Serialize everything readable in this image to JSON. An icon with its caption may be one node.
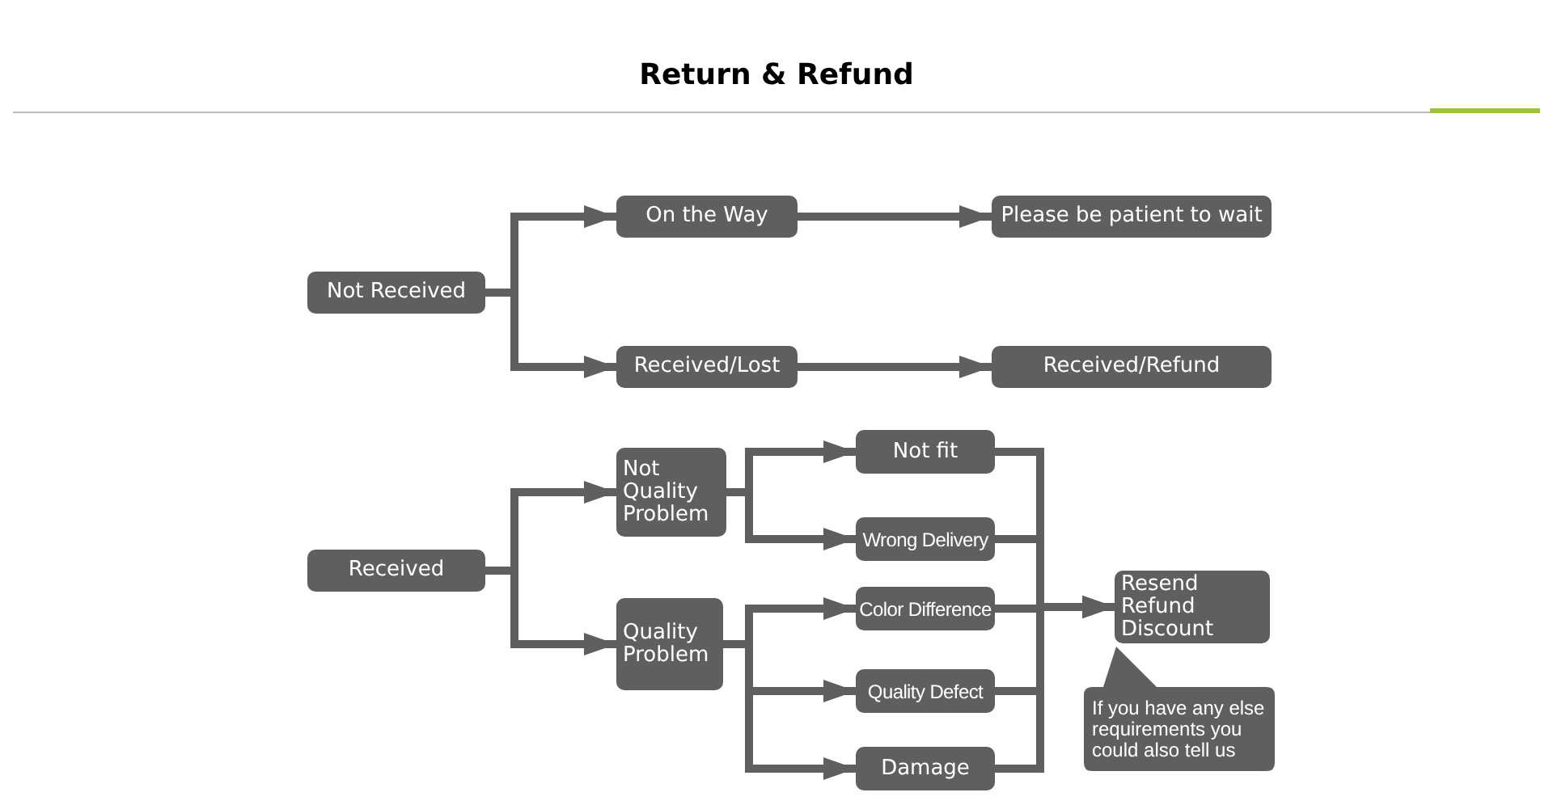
{
  "diagram": {
    "title": "Return & Refund",
    "nodes": [
      {
        "text": [
          "Not Received"
        ]
      },
      {
        "text": [
          "On the Way"
        ]
      },
      {
        "text": [
          "Please be patient to wait"
        ]
      },
      {
        "text": [
          "Received/Lost"
        ]
      },
      {
        "text": [
          "Received/Refund"
        ]
      },
      {
        "text": [
          "Received"
        ]
      },
      {
        "text": [
          "Not Quality Problem"
        ]
      },
      {
        "text": [
          "Quality Problem"
        ]
      },
      {
        "text": [
          "Not fit"
        ]
      },
      {
        "text": [
          "Wrong Delivery"
        ]
      },
      {
        "text": [
          "Color Difference"
        ]
      },
      {
        "text": [
          "Quality Defect"
        ]
      },
      {
        "text": [
          "Damage"
        ]
      },
      {
        "text": [
          "Resend Refund Discount"
        ]
      },
      {
        "text": [
          "If you have any else requirements you could also tell us"
        ]
      }
    ],
    "edges": [
      {
        "from": 0,
        "to": 1,
        "arrow": "to"
      },
      {
        "from": 0,
        "to": 3,
        "arrow": "to"
      },
      {
        "from": 1,
        "to": 2,
        "arrow": "to"
      },
      {
        "from": 3,
        "to": 4,
        "arrow": "to"
      },
      {
        "from": 5,
        "to": 6,
        "arrow": "to"
      },
      {
        "from": 5,
        "to": 7,
        "arrow": "to"
      },
      {
        "from": 6,
        "to": 8,
        "arrow": "to"
      },
      {
        "from": 6,
        "to": 9,
        "arrow": "to"
      },
      {
        "from": 7,
        "to": 10,
        "arrow": "to"
      },
      {
        "from": 7,
        "to": 11,
        "arrow": "to"
      },
      {
        "from": 7,
        "to": 12,
        "arrow": "to"
      },
      {
        "from": 8,
        "to": 13,
        "arrow": "to"
      },
      {
        "from": 9,
        "to": 13,
        "arrow": "to"
      },
      {
        "from": 10,
        "to": 13,
        "arrow": "to"
      },
      {
        "from": 11,
        "to": 13,
        "arrow": "to"
      },
      {
        "from": 12,
        "to": 13,
        "arrow": "to"
      }
    ]
  }
}
